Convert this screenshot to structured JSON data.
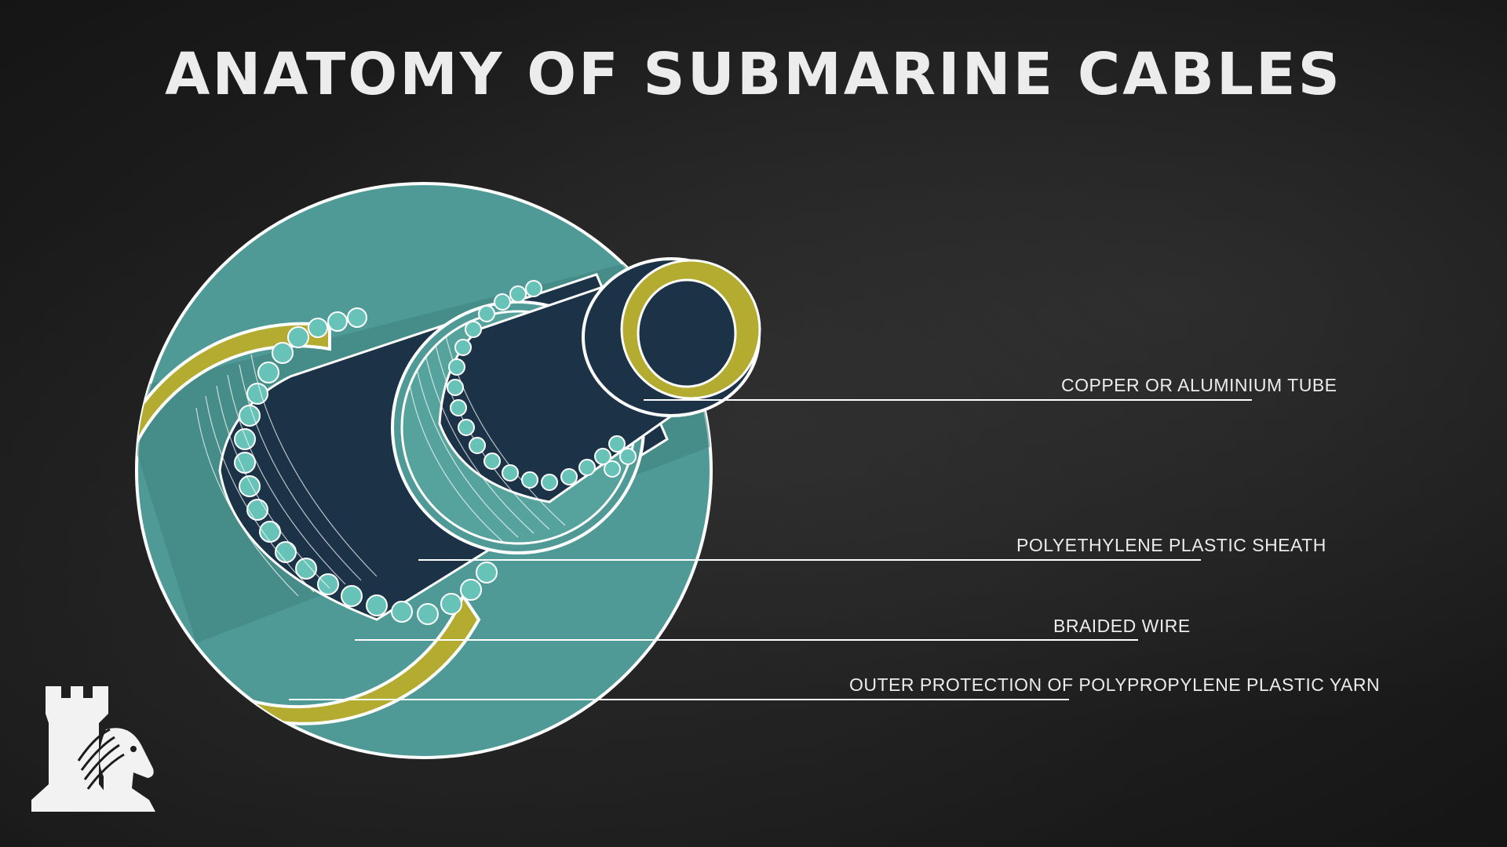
{
  "title": "ANATOMY OF SUBMARINE CABLES",
  "labels": {
    "copper_tube": "COPPER OR ALUMINIUM TUBE",
    "polyethylene_sheath": "POLYETHYLENE PLASTIC SHEATH",
    "braided_wire": "BRAIDED WIRE",
    "outer_protection": "OUTER PROTECTION OF POLYPROPYLENE PLASTIC YARN"
  },
  "colors": {
    "background": "#1c1c1c",
    "teal": "#4f9a96",
    "navy": "#1c3247",
    "olive": "#b3ac31",
    "bead": "#67c2b7",
    "line": "#ffffff"
  },
  "icons": {
    "logo": "rook-knight-logo-icon"
  }
}
